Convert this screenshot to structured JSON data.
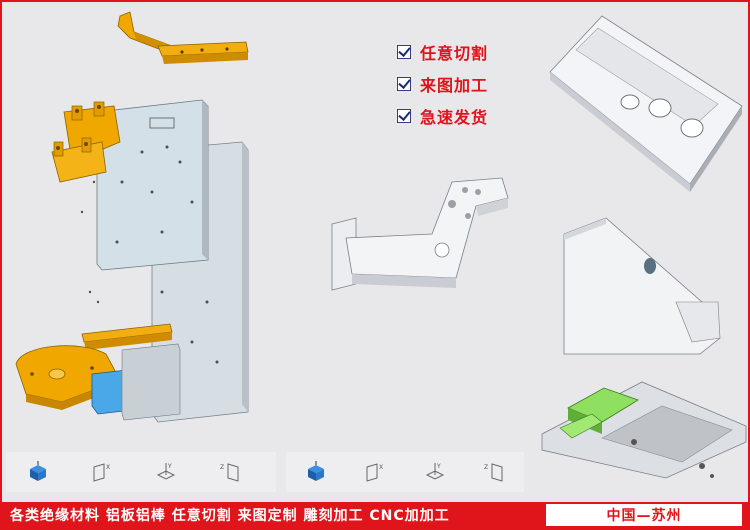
{
  "checklist": [
    {
      "label": "任意切割",
      "checked": true
    },
    {
      "label": "来图加工",
      "checked": true
    },
    {
      "label": "急速发货",
      "checked": true
    }
  ],
  "toolbar_icons": [
    "view-cube-icon",
    "view-front-icon",
    "view-top-icon",
    "view-right-icon"
  ],
  "footer": {
    "services": "各类绝缘材料 铝板铝棒 任意切割 来图定制 雕刻加工 CNC加加工",
    "location": "中国—苏州"
  },
  "colors": {
    "accent_red": "#e0151c",
    "part_gold": "#f0a800",
    "part_blue": "#4aa8e8",
    "part_green": "#8fe060"
  }
}
